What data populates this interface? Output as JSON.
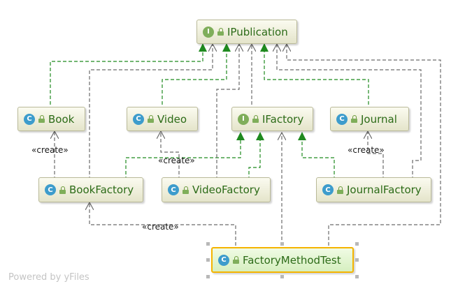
{
  "nodes": {
    "ipublication": {
      "label": "IPublication",
      "kind": "interface",
      "glyph": "I"
    },
    "book": {
      "label": "Book",
      "kind": "class",
      "glyph": "C"
    },
    "video": {
      "label": "Video",
      "kind": "class",
      "glyph": "C"
    },
    "ifactory": {
      "label": "IFactory",
      "kind": "interface",
      "glyph": "I"
    },
    "journal": {
      "label": "Journal",
      "kind": "class",
      "glyph": "C"
    },
    "bookfactory": {
      "label": "BookFactory",
      "kind": "class",
      "glyph": "C"
    },
    "videofactory": {
      "label": "VideoFactory",
      "kind": "class",
      "glyph": "C"
    },
    "journalfactory": {
      "label": "JournalFactory",
      "kind": "class",
      "glyph": "C"
    },
    "factorymethodtest": {
      "label": "FactoryMethodTest",
      "kind": "class",
      "glyph": "C",
      "selected": true
    }
  },
  "edge_labels": {
    "book_create": "«create»",
    "video_create": "«create»",
    "journal_create": "«create»",
    "test_create": "«create»"
  },
  "colors": {
    "implements": "#1f8a1f",
    "dependency": "#6b6b6b",
    "class_glyph": "#3d9ccc",
    "interface_glyph": "#7fae5a",
    "selection": "#f5b400"
  },
  "watermark": "Powered by yFiles"
}
